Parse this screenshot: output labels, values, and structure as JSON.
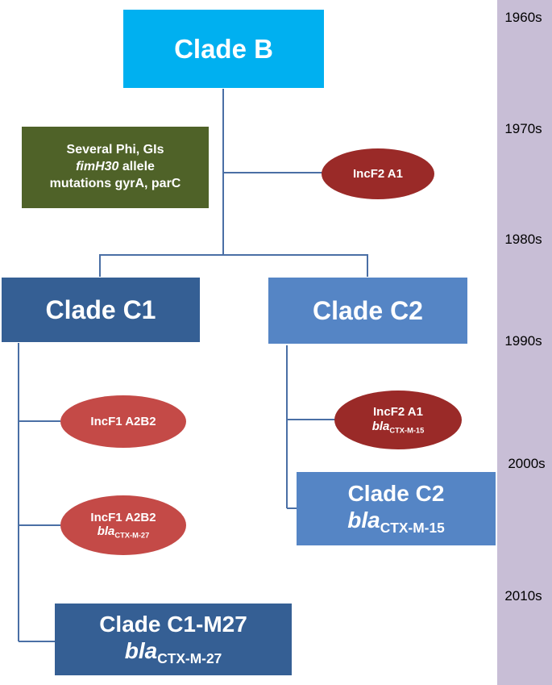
{
  "timeline": {
    "decades": [
      "1960s",
      "1970s",
      "1980s",
      "1990s",
      "2000s",
      "2010s"
    ]
  },
  "clade_b": {
    "label": "Clade B"
  },
  "acquisitions_box": {
    "line1": "Several Phi, GIs",
    "line2_italic": "fimH30",
    "line2_rest": " allele",
    "line3": "mutations gyrA, parC"
  },
  "plasmids": {
    "incf2_a1_top": {
      "label": "IncF2 A1"
    },
    "incf2_a1_c2": {
      "label": "IncF2 A1",
      "gene": "bla",
      "gene_sub": "CTX-M-15"
    },
    "incf1_a2b2": {
      "label": "IncF1 A2B2"
    },
    "incf1_a2b2_m27": {
      "label": "IncF1 A2B2",
      "gene": "bla",
      "gene_sub": "CTX-M-27"
    }
  },
  "clade_c1": {
    "label": "Clade C1"
  },
  "clade_c2": {
    "label": "Clade C2"
  },
  "clade_c2_ctx": {
    "label": "Clade C2",
    "gene": "bla",
    "gene_sub": "CTX-M-15"
  },
  "clade_c1_m27": {
    "label": "Clade C1-M27",
    "gene": "bla",
    "gene_sub": "CTX-M-27"
  },
  "colors": {
    "clade_b": "#00b0f0",
    "clade_c1": "#355f94",
    "clade_c2": "#5585c5",
    "acquisitions": "#4f6228",
    "plasmid_dark": "#9a2a28",
    "plasmid_light": "#c44a47",
    "timeline": "#c8bed6",
    "connector": "#4a6fa5"
  }
}
